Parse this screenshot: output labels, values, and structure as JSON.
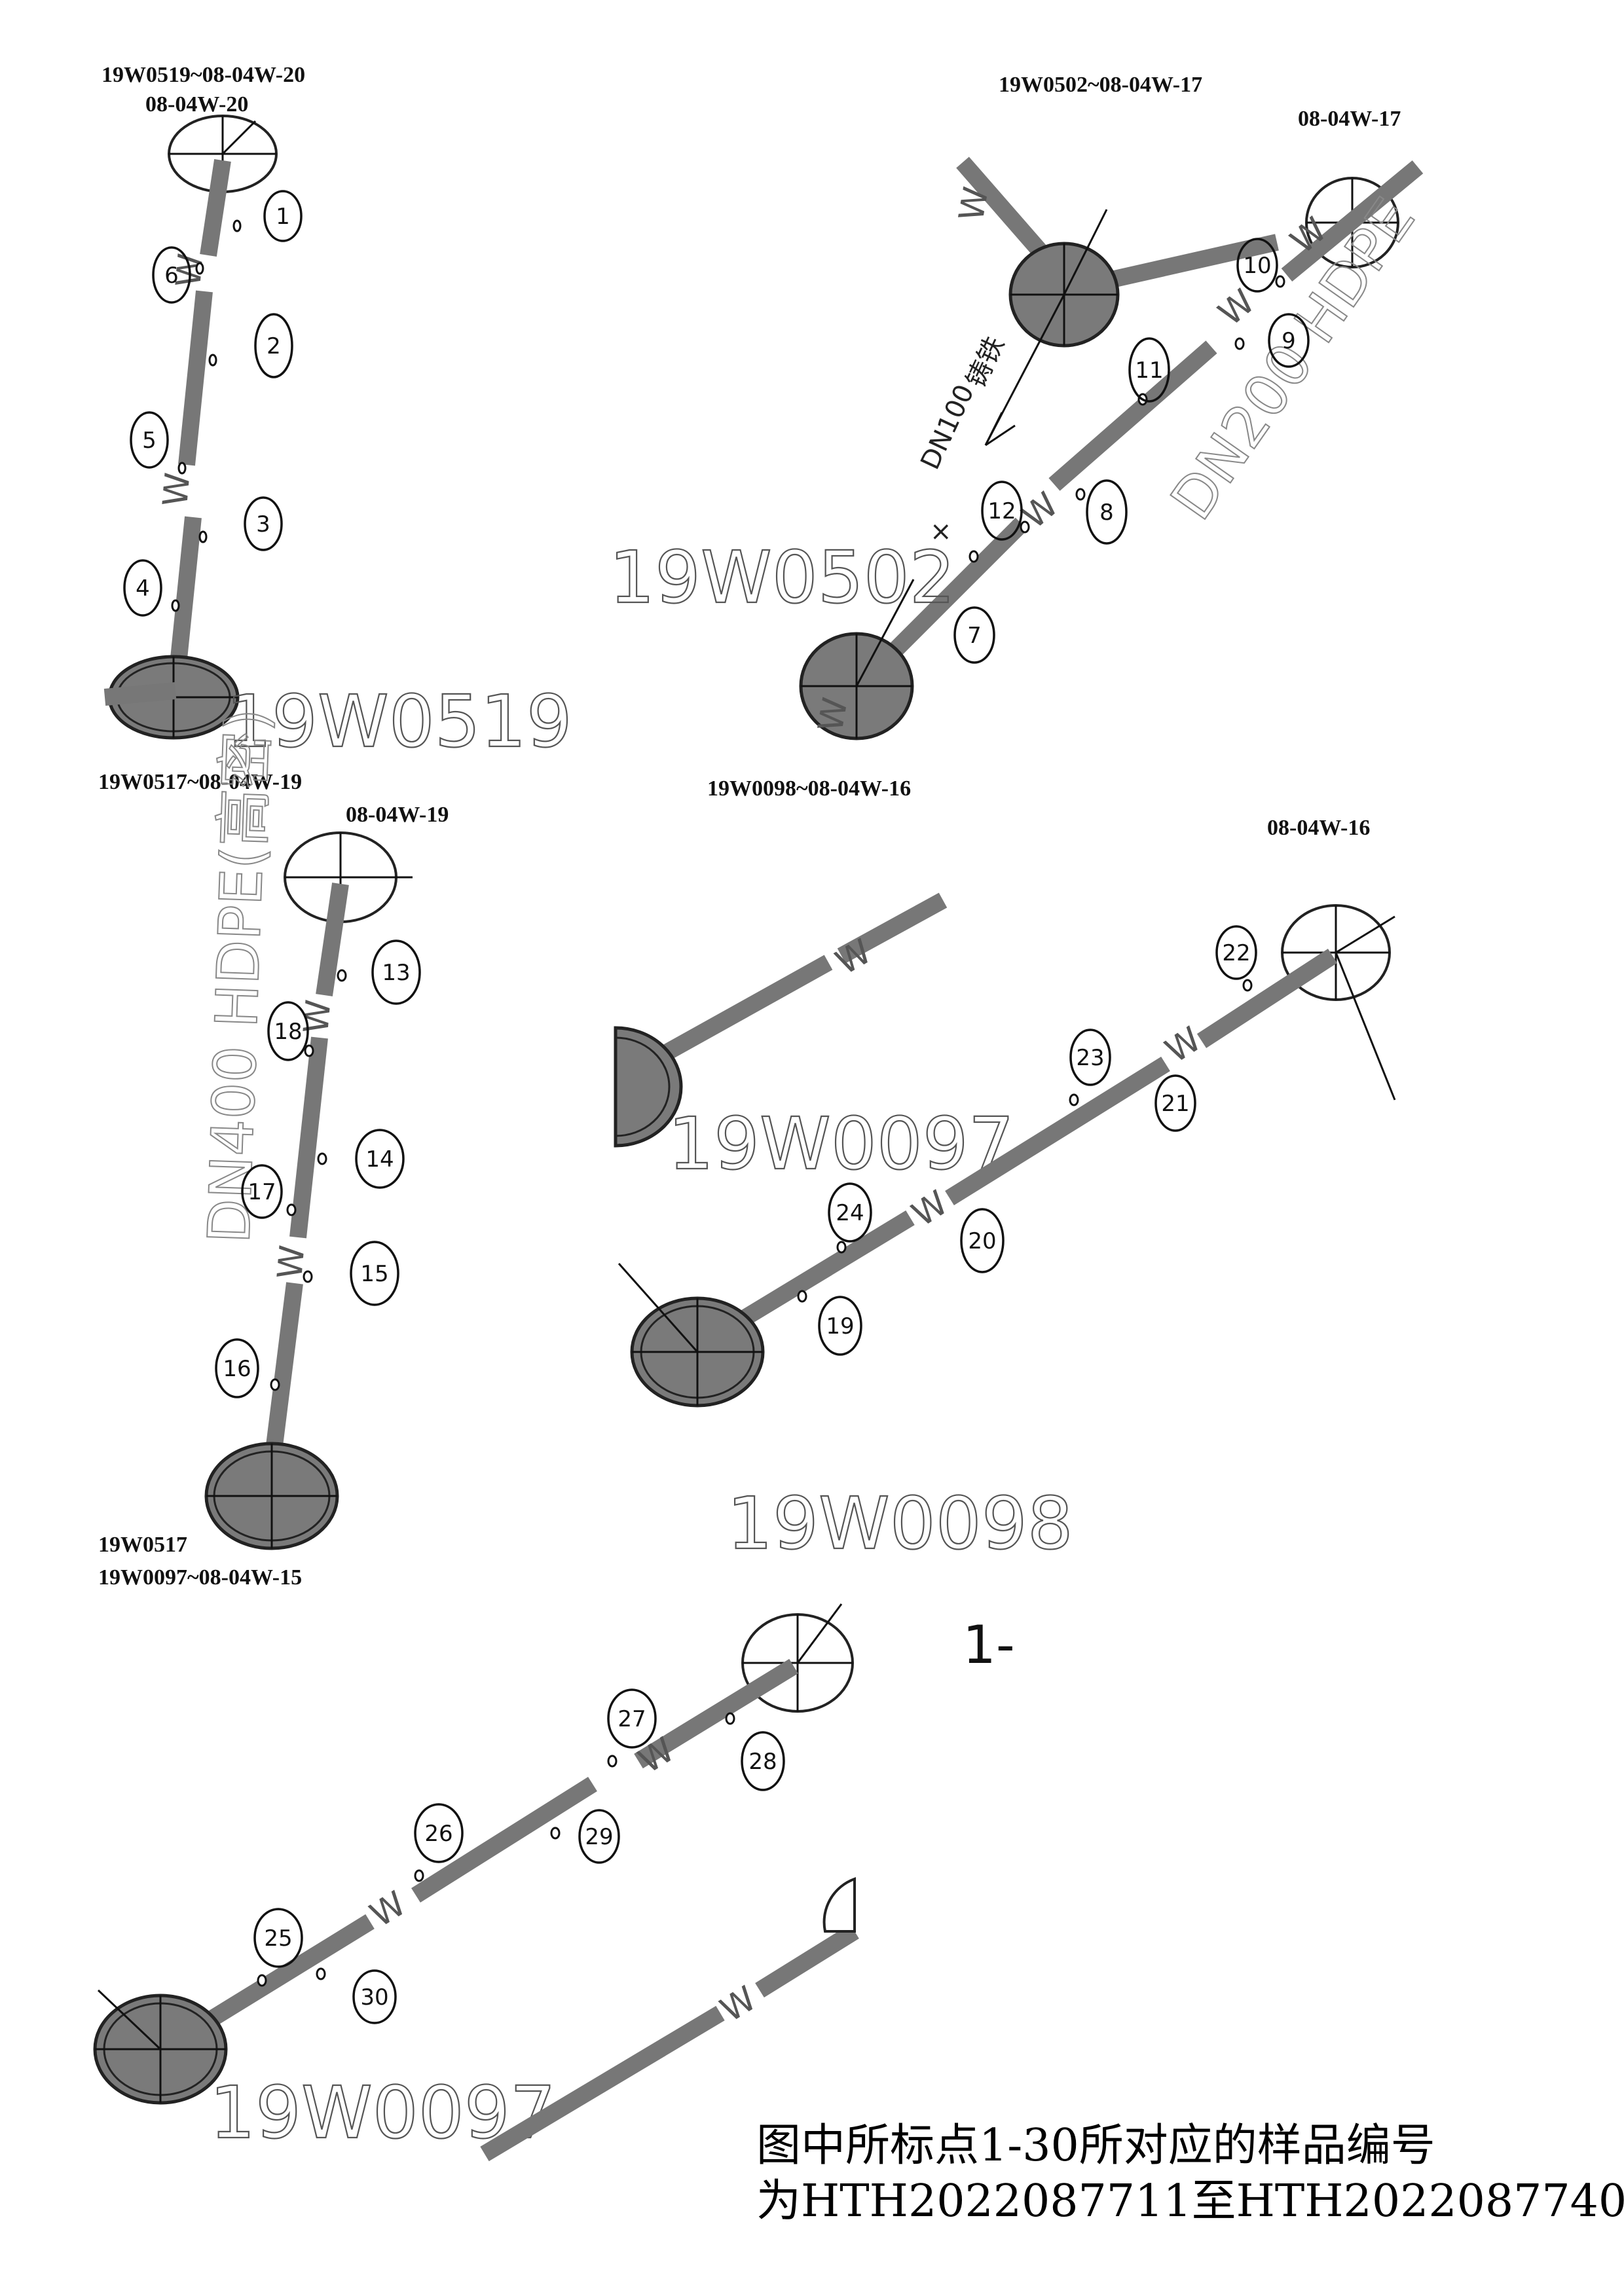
{
  "labels": {
    "p1_title": "19W0519~08-04W-20",
    "p1_top": "08-04W-20",
    "p1_big": "19W0519",
    "p2_title": "19W0502~08-04W-17",
    "p2_top": "08-04W-17",
    "p2_big": "19W0502",
    "p2_dn100": "DN100",
    "p2_dn100_cn": "铸铁",
    "p2_dn200": "DN200 HDPE",
    "p3_title": "19W0517~08-04W-19",
    "p3_top": "08-04W-19",
    "p3_side": "DN400 HDPE(高密)",
    "p3_bottom": "19W0517",
    "p4_title": "19W0098~08-04W-16",
    "p4_top": "08-04W-16",
    "p4_big": "19W0097",
    "p5_title": "19W0097~08-04W-15",
    "p5_big_top": "19W0098",
    "p5_big_bottom": "19W0097",
    "p5_mark": "1-",
    "p2_x_mark": "×"
  },
  "pipe_mark": "W",
  "sample_points": [
    "1",
    "2",
    "3",
    "4",
    "5",
    "6",
    "7",
    "8",
    "9",
    "10",
    "11",
    "12",
    "13",
    "14",
    "15",
    "16",
    "17",
    "18",
    "19",
    "20",
    "21",
    "22",
    "23",
    "24",
    "25",
    "26",
    "27",
    "28",
    "29",
    "30"
  ],
  "note": {
    "line1": "图中所标点1-30所对应的样品编号",
    "line2": "为HTH2022087711至HTH2022087740"
  },
  "colors": {
    "pipe": "#777777",
    "manhole_fill": "#7a7a7a",
    "ink": "#111111"
  }
}
